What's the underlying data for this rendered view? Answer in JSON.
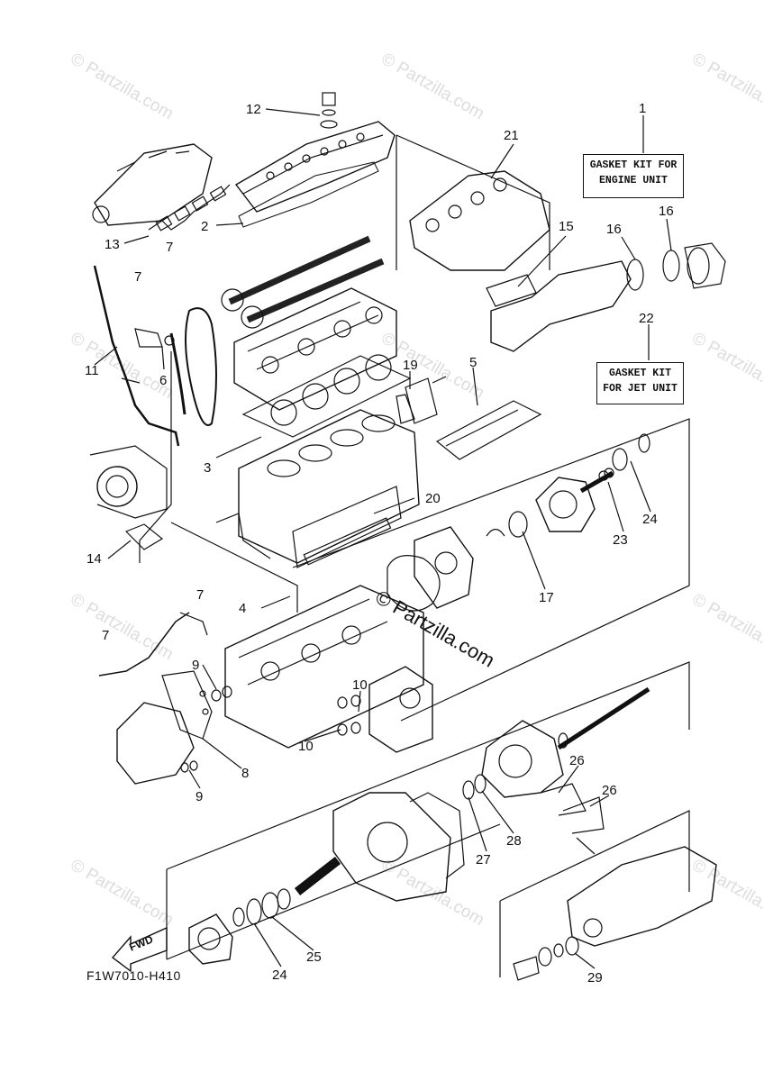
{
  "watermark_text": "© Partzilla.com",
  "center_watermark": "© Partzilla.com",
  "diagram_code": "F1W7010-H410",
  "boxes": {
    "engine_kit": [
      "GASKET KIT FOR",
      "ENGINE UNIT"
    ],
    "jet_kit": [
      "GASKET KIT",
      "FOR JET UNIT"
    ]
  },
  "fwd_label": "FWD",
  "callouts": [
    "1",
    "2",
    "3",
    "4",
    "5",
    "6",
    "7",
    "7",
    "7",
    "8",
    "9",
    "9",
    "10",
    "10",
    "11",
    "12",
    "13",
    "14",
    "15",
    "16",
    "16",
    "17",
    "19",
    "20",
    "21",
    "22",
    "23",
    "24",
    "24",
    "25",
    "26",
    "26",
    "27",
    "28",
    "29"
  ]
}
